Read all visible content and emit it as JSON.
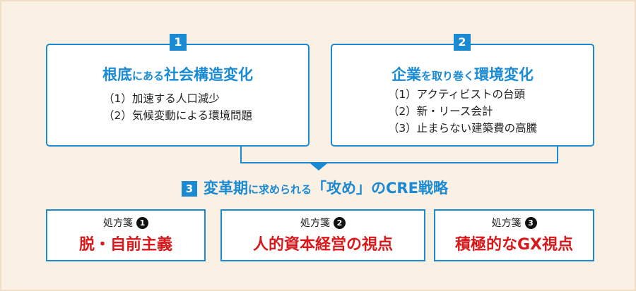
{
  "top_boxes": [
    {
      "number": "1",
      "title_parts": [
        "根底",
        "にある",
        "社会構造変化"
      ],
      "items": [
        "（1）加速する人口減少",
        "（2）気候変動による環境問題"
      ]
    },
    {
      "number": "2",
      "title_parts": [
        "企業",
        "を取り巻く",
        "環境変化"
      ],
      "items": [
        "（1）アクティビストの台頭",
        "（2）新・リース会計",
        "（3）止まらない建築費の高騰"
      ]
    }
  ],
  "strategy": {
    "number": "3",
    "parts": [
      "変革期",
      "に求められる",
      "「攻め」のCRE戦略"
    ]
  },
  "prescriptions": [
    {
      "label": "処方箋",
      "number": "1",
      "title": "脱・自前主義"
    },
    {
      "label": "処方箋",
      "number": "2",
      "title": "人的資本経営の視点"
    },
    {
      "label": "処方箋",
      "number": "3",
      "title": "積極的なGX視点"
    }
  ],
  "colors": {
    "accent": "#1a8ad3",
    "highlight": "#d7191c",
    "background": "#faf0e3"
  }
}
